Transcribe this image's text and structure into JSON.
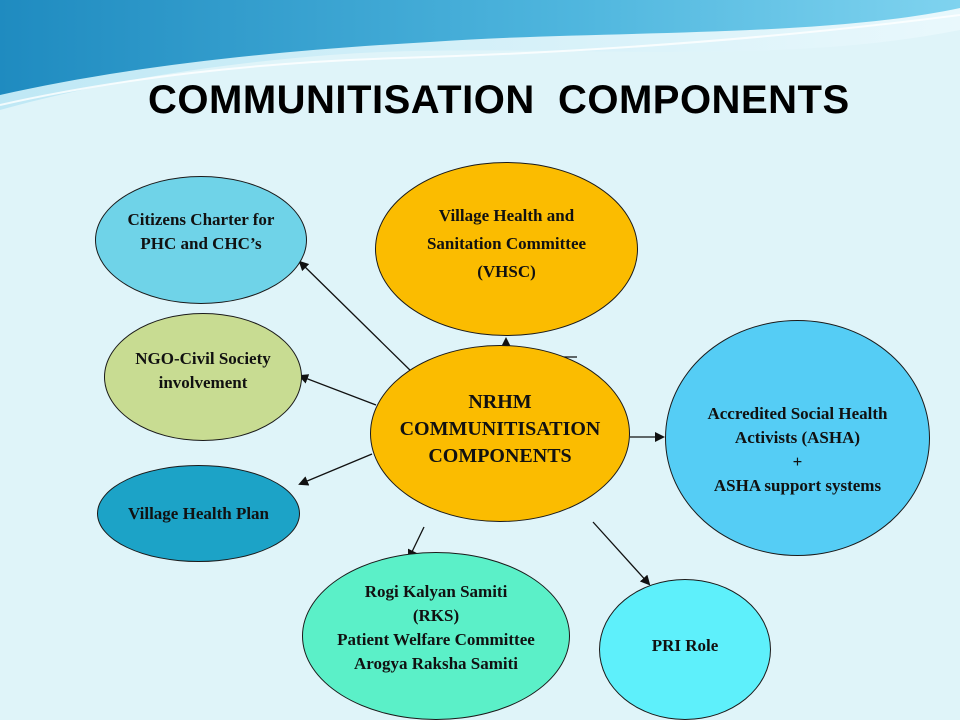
{
  "title": "COMMUNITISATION  COMPONENTS",
  "center": {
    "lines": [
      "NRHM",
      "COMMUNITISATION",
      "COMPONENTS"
    ]
  },
  "nodes": {
    "citizens": {
      "lines": [
        "Citizens Charter for",
        "PHC and CHC’s"
      ]
    },
    "ngo": {
      "lines": [
        "NGO-Civil Society",
        "involvement"
      ]
    },
    "village_health_plan": {
      "lines": [
        "Village Health Plan"
      ]
    },
    "vhsc": {
      "lines": [
        "Village Health and",
        "Sanitation Committee",
        "(VHSC)"
      ]
    },
    "asha": {
      "lines": [
        "Accredited Social Health",
        "Activists (ASHA)",
        "+",
        "ASHA support systems"
      ]
    },
    "rks": {
      "lines": [
        "Rogi Kalyan Samiti",
        "(RKS)",
        "Patient Welfare Committee",
        "Arogya Raksha Samiti"
      ]
    },
    "pri": {
      "lines": [
        "PRI Role"
      ]
    }
  },
  "colors": {
    "background": "#dff4f9",
    "citizens": "#6fd3e8",
    "ngo": "#c8dc92",
    "village_health_plan": "#1ca3c7",
    "vhsc": "#fbbc00",
    "center": "#fbbc00",
    "asha": "#55cdf5",
    "rks": "#5bf0c8",
    "pri": "#5ef0fb"
  }
}
